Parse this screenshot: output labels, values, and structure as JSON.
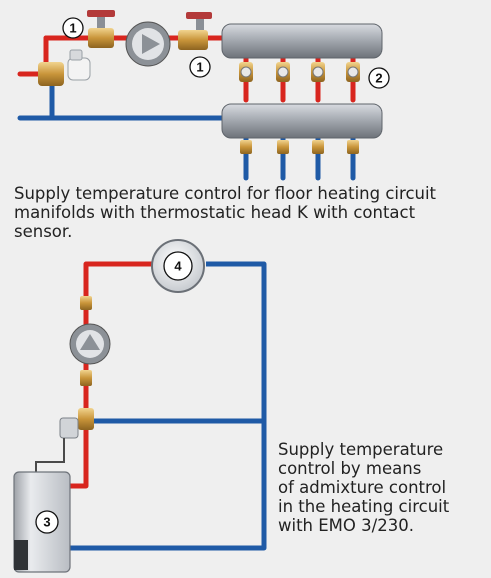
{
  "captions": {
    "manifold": [
      "Supply temperature control for floor heating circuit",
      "manifolds with thermostatic head K with contact",
      "sensor."
    ],
    "emo": [
      "Supply temperature",
      "control by means",
      "of admixture control",
      "in the heating circuit",
      "with EMO 3/230."
    ]
  },
  "callouts": {
    "pump_valve": "1",
    "valve_right": "1",
    "manifold": "2",
    "emo_unit": "3",
    "thermostat": "4"
  },
  "colors": {
    "supply_pipe": "#d8251e",
    "return_pipe": "#1f5aa6",
    "fitting": "#c9953a",
    "manifold": "#9a9fa6",
    "background": "#efefef"
  }
}
